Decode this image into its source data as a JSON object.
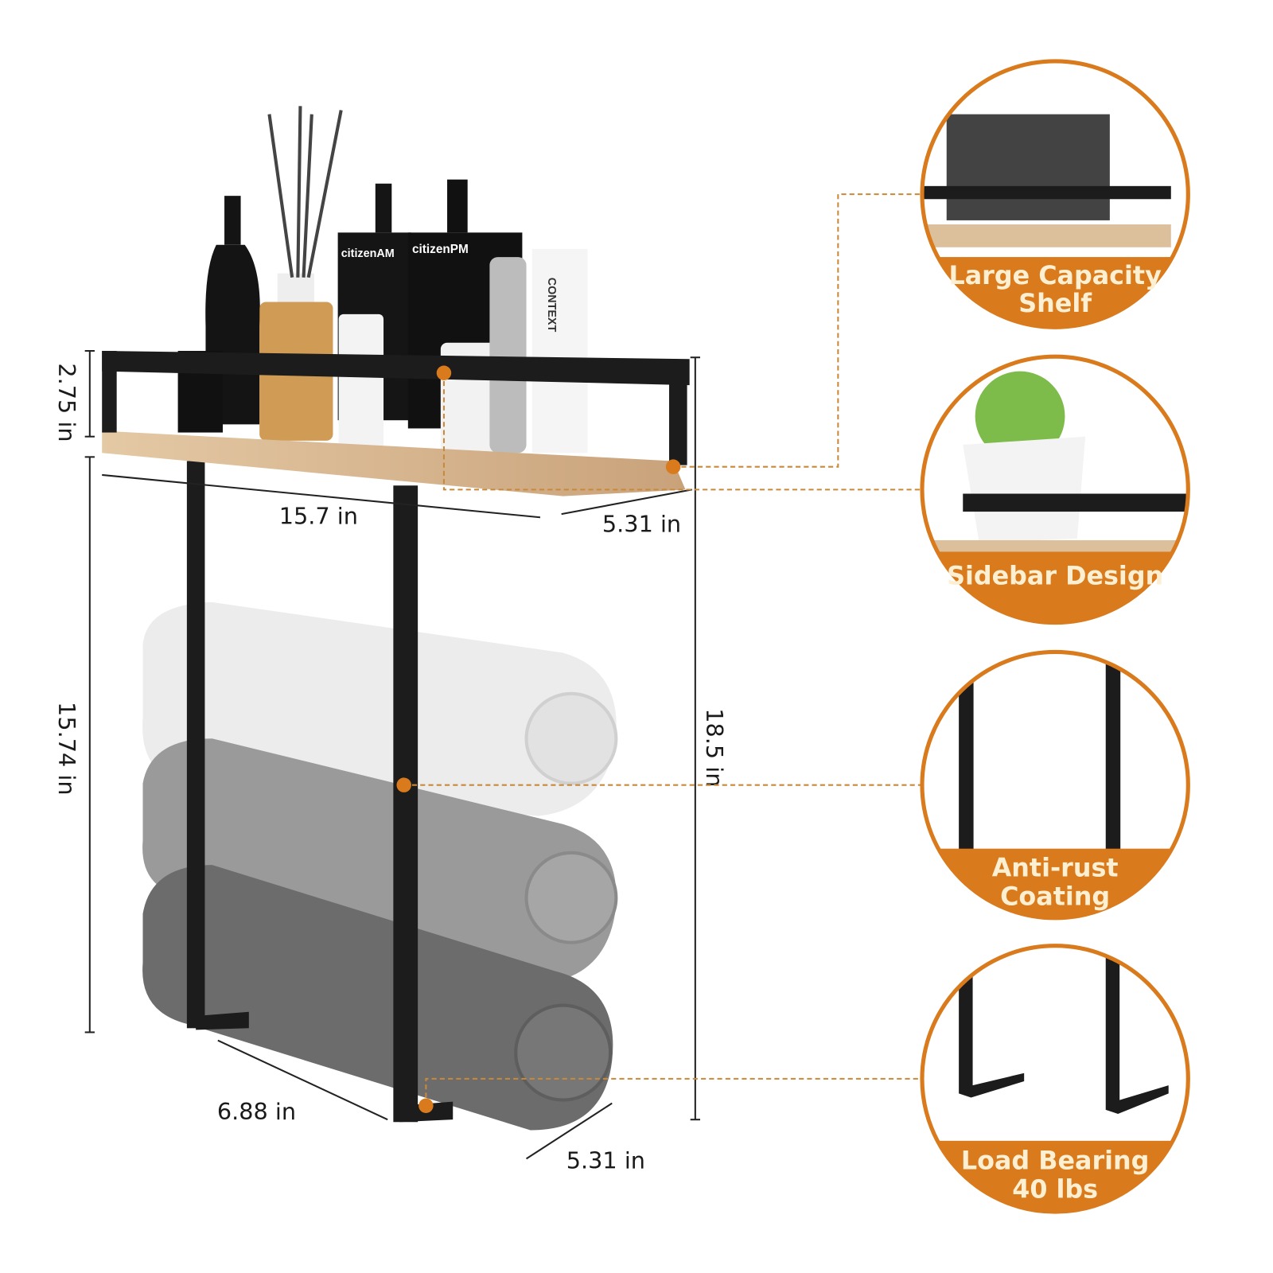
{
  "colors": {
    "accent": "#d97a1c",
    "caption_text": "#fdf0d2",
    "metal": "#1c1c1c",
    "wood": "#d9b894"
  },
  "dimensions": {
    "shelf_height": "2.75 in",
    "shelf_width": "15.7 in",
    "shelf_depth": "5.31 in",
    "rack_height": "15.74 in",
    "total_height": "18.5 in",
    "bottom_width": "6.88 in",
    "bottom_depth": "5.31 in"
  },
  "product_labels": [
    "citizenAM",
    "citizenPM",
    "CONTEXT"
  ],
  "features": [
    {
      "line1": "Large Capacity",
      "line2": "Shelf",
      "icon": "shelf-closeup"
    },
    {
      "line1": "Sidebar Design",
      "line2": "",
      "icon": "plant-sidebar"
    },
    {
      "line1": "Anti-rust",
      "line2": "Coating",
      "icon": "metal-bars"
    },
    {
      "line1": "Load Bearing",
      "line2": "40 lbs",
      "icon": "hooks"
    }
  ]
}
